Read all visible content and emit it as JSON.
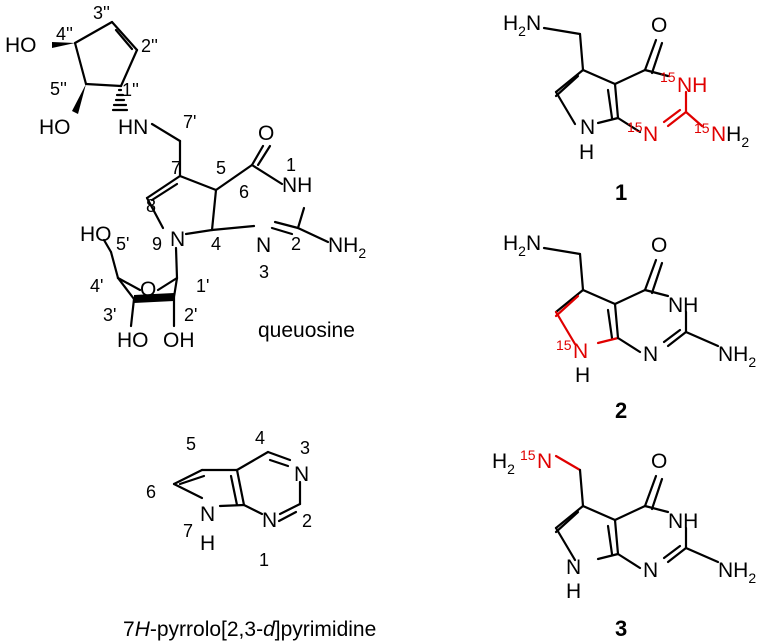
{
  "queuosine": {
    "atom_labels": {
      "HO_4pp": "HO",
      "HO_5pp": "HO",
      "HN": "HN",
      "O6": "O",
      "N1": "NH",
      "NH2": "NH",
      "NH2_sub": "2",
      "N3": "N",
      "N9": "N",
      "HO_5p": "HO",
      "O_ring": "O",
      "HO_3p": "HO",
      "OH_2p": "OH"
    },
    "position_numbers": {
      "p3pp": "3''",
      "p4pp": "4''",
      "p2pp": "2''",
      "p5pp": "5''",
      "p1pp": "1''",
      "p7p": "7'",
      "p7": "7",
      "p5": "5",
      "p6": "6",
      "p1": "1",
      "p8": "8",
      "p9": "9",
      "p4": "4",
      "p2": "2",
      "p3": "3",
      "p5p": "5'",
      "p4p": "4'",
      "p1p": "1'",
      "p3p": "3'",
      "p2p": "2'"
    },
    "name": "queuosine"
  },
  "pyrrolopyrimidine": {
    "atom_labels": {
      "N3": "N",
      "N1": "N",
      "N7": "N",
      "H7": "H"
    },
    "position_numbers": {
      "p5": "5",
      "p4": "4",
      "p3": "3",
      "p6": "6",
      "p7": "7",
      "p2": "2",
      "p1": "1"
    },
    "name": {
      "prefix": "7",
      "italic_H": "H",
      "mid": "-pyrrolo[2,3-",
      "italic_d": "d",
      "suffix": "]pyrimidine"
    }
  },
  "compound_1": {
    "label": "1",
    "H2N": "H",
    "H2N_sub": "2",
    "H2N_N": "N",
    "O": "O",
    "iso_N3_mass": "15",
    "N3H": "NH",
    "iso_N1_mass": "15",
    "N1": "N",
    "iso_NH2_mass": "15",
    "NH2_N": "N",
    "NH2_H": "H",
    "NH2_sub": "2",
    "N7": "N",
    "H7": "H"
  },
  "compound_2": {
    "label": "2",
    "H2N": "H",
    "H2N_sub": "2",
    "H2N_N": "N",
    "O": "O",
    "N3H": "NH",
    "N1": "N",
    "NH2": "NH",
    "NH2_sub": "2",
    "iso_N7_mass": "15",
    "N7": "N",
    "H7": "H"
  },
  "compound_3": {
    "label": "3",
    "H2": "H",
    "H2_sub": "2",
    "iso_N_mass": "15",
    "N": "N",
    "O": "O",
    "N3H": "NH",
    "N1": "N",
    "NH2": "NH",
    "NH2_sub": "2",
    "N7": "N",
    "H7": "H"
  },
  "colors": {
    "isotope_label": "#e00000",
    "default": "#000000"
  }
}
